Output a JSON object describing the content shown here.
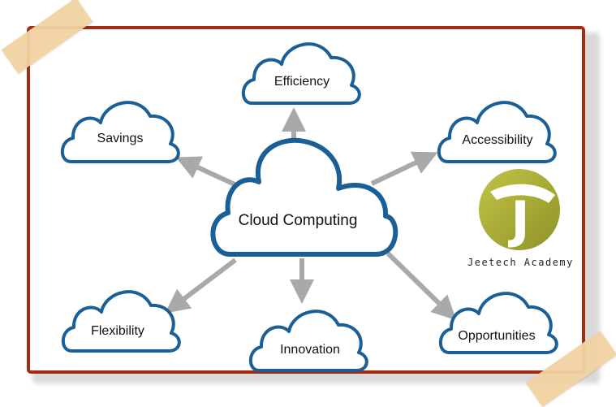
{
  "diagram": {
    "center": {
      "label": "Cloud Computing"
    },
    "nodes": [
      {
        "id": "efficiency",
        "label": "Efficiency"
      },
      {
        "id": "savings",
        "label": "Savings"
      },
      {
        "id": "accessibility",
        "label": "Accessibility"
      },
      {
        "id": "flexibility",
        "label": "Flexibility"
      },
      {
        "id": "innovation",
        "label": "Innovation"
      },
      {
        "id": "opportunities",
        "label": "Opportunities"
      }
    ]
  },
  "logo": {
    "text": "Jeetech Academy",
    "glyph": "J"
  },
  "colors": {
    "frame": "#a52a12",
    "cloud_outline": "#1a5f96",
    "arrow": "#a9a9a9",
    "logo_circle": "#a9ac35",
    "tape": "#f2d3a2"
  }
}
